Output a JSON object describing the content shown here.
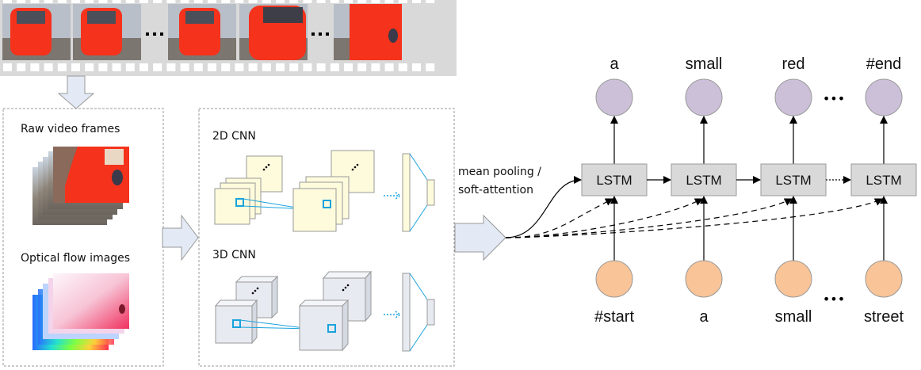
{
  "filmstrip": {
    "frame_count": 5,
    "ellipsis": "..."
  },
  "input_panel": {
    "raw_label": "Raw video frames",
    "flow_label": "Optical flow images"
  },
  "cnn_panel": {
    "cnn2d_label": "2D CNN",
    "cnn3d_label": "3D CNN"
  },
  "pooling_label": {
    "line1": "mean pooling /",
    "line2": "soft-attention"
  },
  "decoder": {
    "cell_label": "LSTM",
    "outputs": [
      "a",
      "small",
      "red",
      "#end"
    ],
    "inputs": [
      "#start",
      "a",
      "small",
      "street"
    ],
    "ellipsis": "•••"
  },
  "colors": {
    "output_node": "#ccc0d9",
    "input_node": "#f8c498",
    "lstm_cell": "#d9d9d9",
    "cnn2d_fill": "#fdfbdc",
    "cnn3d_fill": "#e7eaf0",
    "receptive_field": "#1aa3dd",
    "block_arrow": "#e3eaf5",
    "car_red": "#f5321c"
  }
}
